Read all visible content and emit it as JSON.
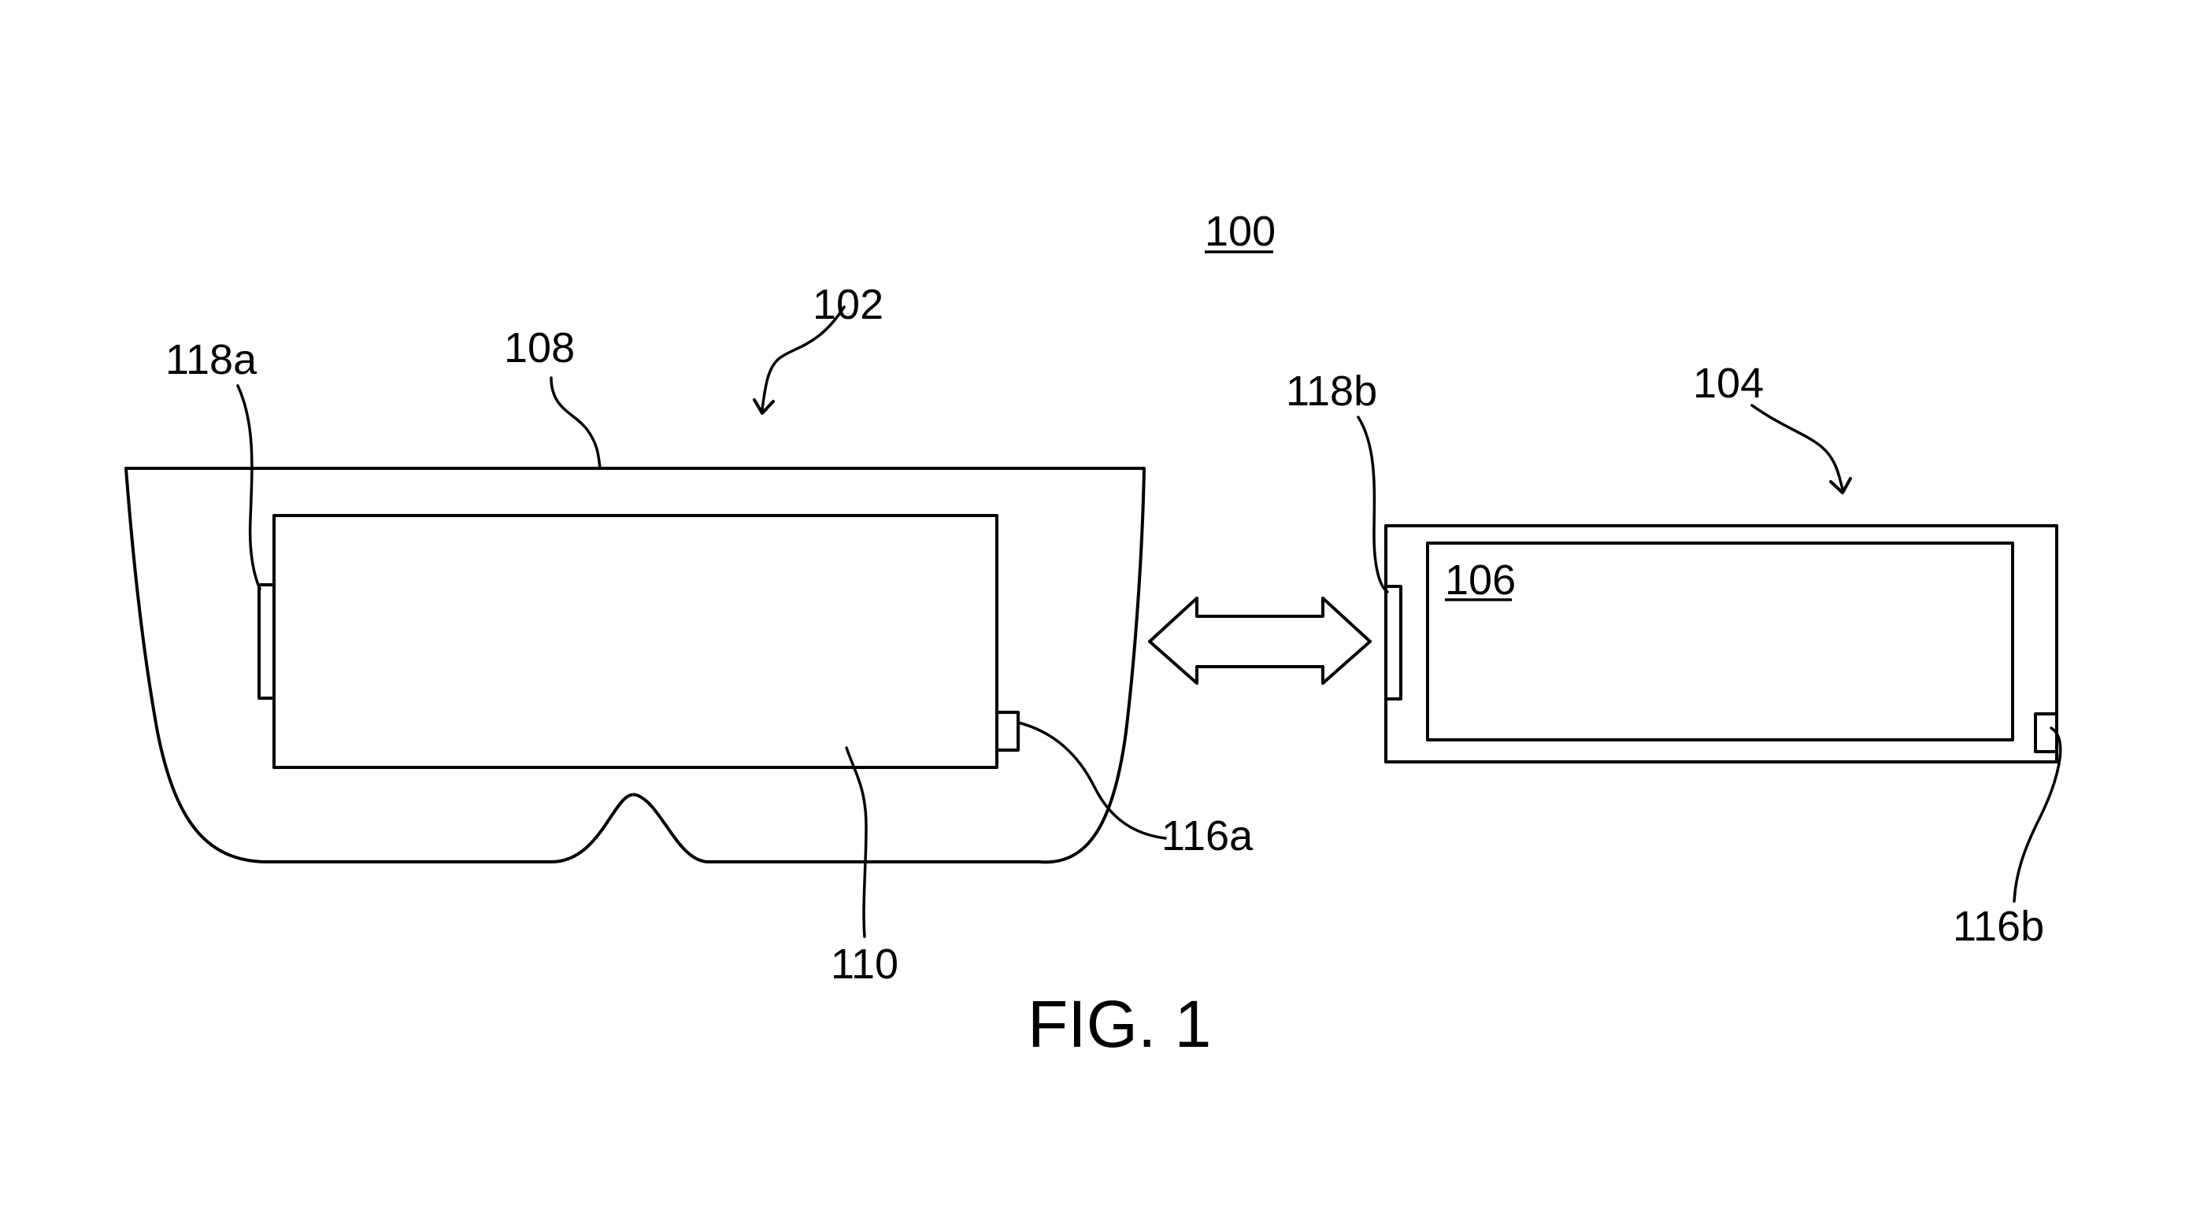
{
  "labels": {
    "system": "100",
    "headset": "102",
    "device": "104",
    "device_display": "106",
    "frame": "108",
    "headset_display": "110",
    "connector_a": "116a",
    "connector_b": "116b",
    "interface_a": "118a",
    "interface_b": "118b"
  },
  "caption": "FIG. 1",
  "colors": {
    "ink": "#000000",
    "paper": "#ffffff"
  }
}
